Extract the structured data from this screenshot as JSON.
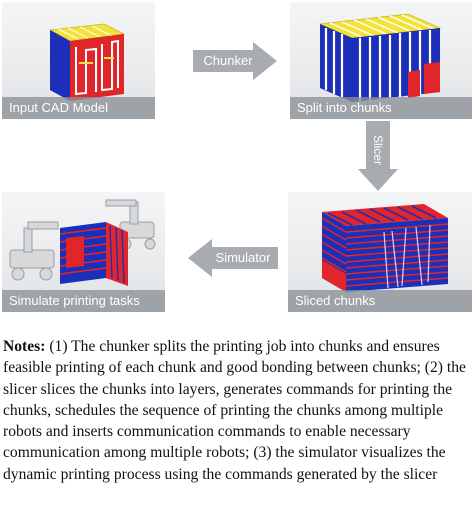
{
  "panels": {
    "input_caption": "Input CAD Model",
    "split_caption": "Split into chunks",
    "sliced_caption": "Sliced chunks",
    "simulate_caption": "Simulate printing tasks"
  },
  "arrows": {
    "chunker": "Chunker",
    "slicer": "Slicer",
    "simulator": "Simulator"
  },
  "notes": {
    "heading": "Notes:",
    "body": " (1) The chunker splits the printing job into chunks and ensures feasible printing of each chunk and good bonding between chunks; (2) the slicer slices the chunks into layers, generates commands for printing the chunks, schedules the sequence of printing the chunks among multiple robots and inserts communication commands to enable necessary communication among multiple robots; (3) the simulator visualizes the dynamic printing process using the commands generated by the slicer"
  },
  "colors": {
    "cad_yellow": "#f2e23a",
    "cad_red": "#e0262a",
    "cad_blue": "#1c2fb8",
    "caption_bg": "#8c9196",
    "arrow_fill": "#a8acb0"
  }
}
